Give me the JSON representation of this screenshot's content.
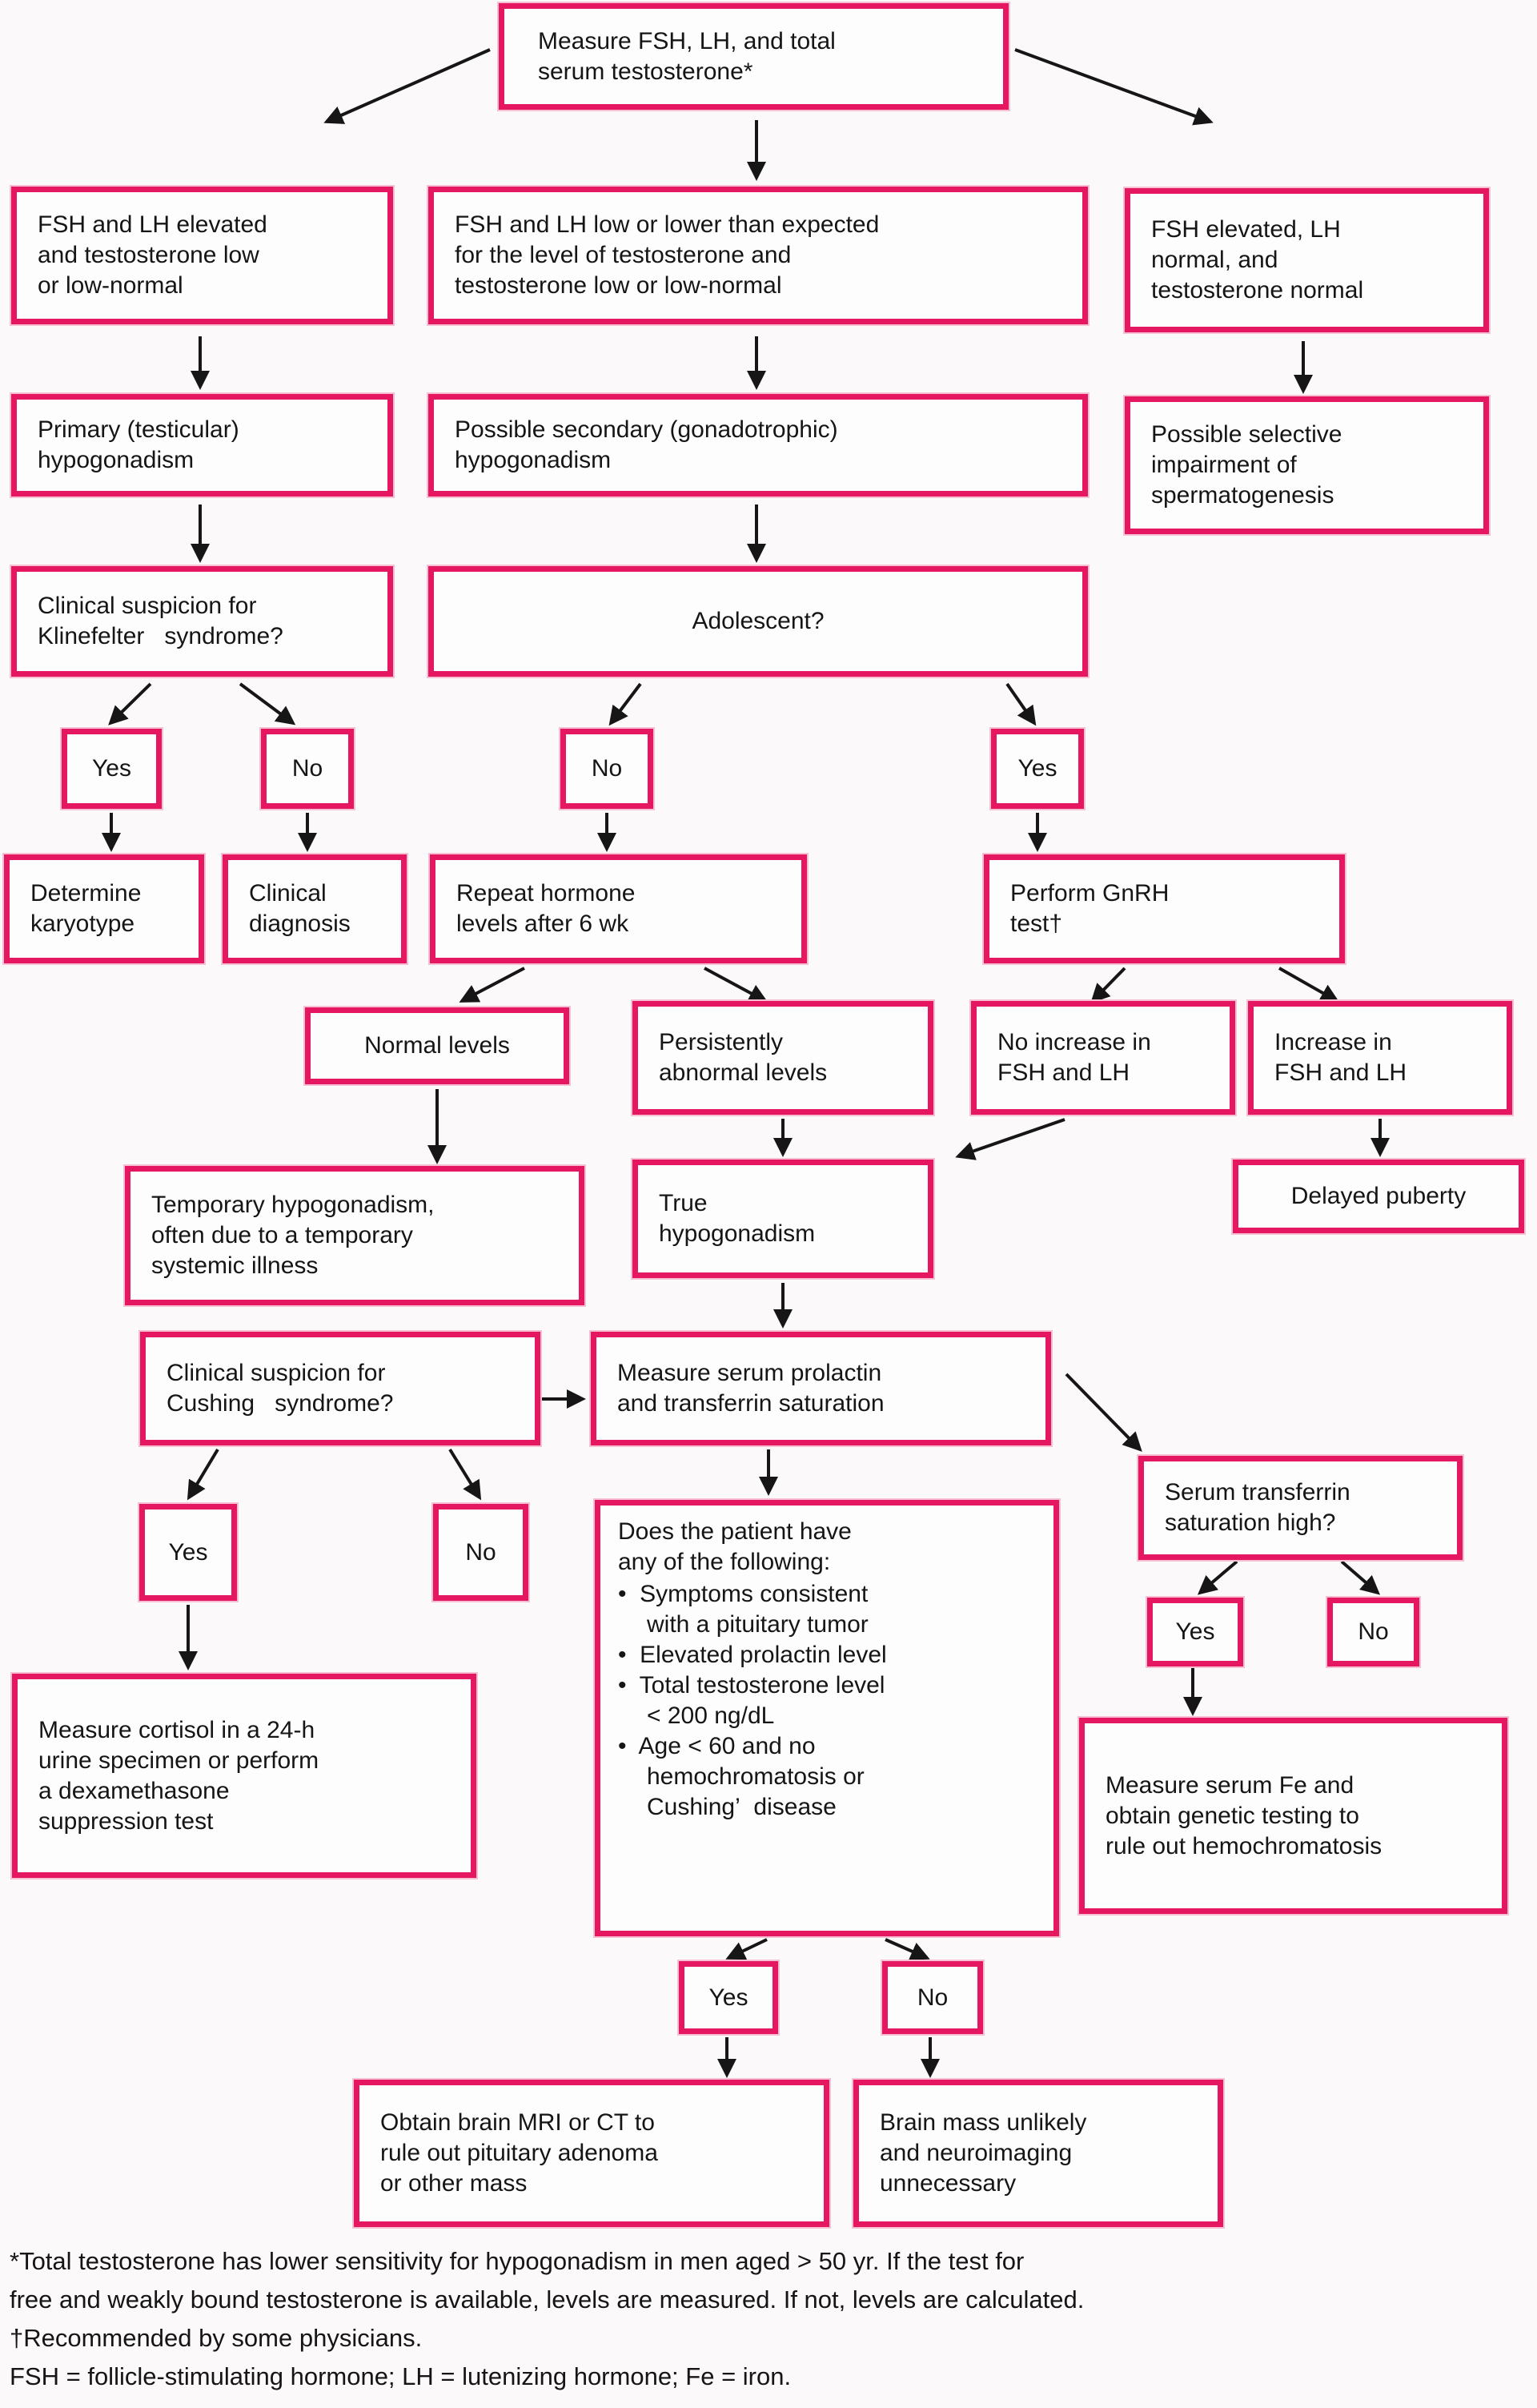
{
  "nodes": {
    "measure_fsh": "Measure FSH, LH, and total\nserum testosterone*",
    "r1_left": "FSH and LH elevated\nand testosterone low\nor low-normal",
    "r1_mid": "FSH and LH low or lower than expected\nfor the level of testosterone and\ntestosterone low or low-normal",
    "r1_right": "FSH elevated, LH\nnormal, and\ntestosterone normal",
    "primary_hypo": "Primary (testicular)\nhypogonadism",
    "secondary_hypo": "Possible secondary (gonadotrophic)\nhypogonadism",
    "selective_impairment": "Possible selective\nimpairment of\nspermatogenesis",
    "klinefelter": "Clinical suspicion for\nKlinefelter   syndrome?",
    "adolescent": "Adolescent?",
    "yes1": "Yes",
    "no1": "No",
    "no2": "No",
    "yes2": "Yes",
    "karyotype": "Determine\nkaryotype",
    "clinical_diagnosis": "Clinical\ndiagnosis",
    "repeat_hormone": "Repeat hormone\nlevels after 6 wk",
    "gnrh": "Perform GnRH\ntest†",
    "normal_levels": "Normal levels",
    "persistently_abnormal": "Persistently\nabnormal levels",
    "no_increase": "No increase in\nFSH and LH",
    "increase": "Increase in\nFSH and LH",
    "temporary_hypo": "Temporary hypogonadism,\noften due to a temporary\nsystemic illness",
    "true_hypo": "True\nhypogonadism",
    "delayed_puberty": "Delayed puberty",
    "cushing": "Clinical suspicion for\nCushing   syndrome?",
    "prolactin": "Measure serum prolactin\nand transferrin saturation",
    "yes3": "Yes",
    "no3": "No",
    "cortisol": "Measure cortisol in a 24-h\nurine specimen or perform\na dexamethasone\nsuppression test",
    "transferrin": "Serum transferrin\nsaturation high?",
    "yes4": "Yes",
    "no4": "No",
    "fe_box": "Measure serum Fe and\nobtain genetic testing to\nrule out hemochromatosis",
    "yes5": "Yes",
    "no5": "No",
    "mri": "Obtain brain MRI or CT to\nrule out pituitary adenoma\nor other mass",
    "brain_mass": "Brain mass unlikely\nand neuroimaging\nunnecessary"
  },
  "patient_question": {
    "intro": "Does the patient have\nany of the following:",
    "items": [
      "•  Symptoms consistent\nwith a pituitary tumor",
      "•  Elevated prolactin level",
      "•  Total testosterone level\n< 200 ng/dL",
      "•  Age < 60 and no\nhemochromatosis or\nCushing’  disease"
    ]
  },
  "footnotes": {
    "text": "*Total testosterone has lower sensitivity for hypogonadism in men aged > 50 yr.  If the test for\nfree and weakly bound testosterone is available, levels are measured.  If not, levels are calculated.\n†Recommended by some physicians.\nFSH = follicle-stimulating hormone; LH = lutenizing hormone; Fe = iron."
  },
  "colors": {
    "box_border": "#e41760",
    "arrow": "#161616",
    "text": "#151515"
  }
}
